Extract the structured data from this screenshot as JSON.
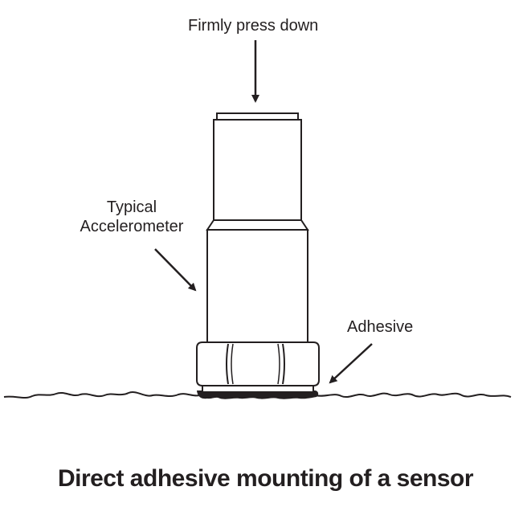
{
  "labels": {
    "press": "Firmly press down",
    "accelerometer_line1": "Typical",
    "accelerometer_line2": "Accelerometer",
    "adhesive": "Adhesive"
  },
  "caption": "Direct adhesive mounting of a sensor",
  "colors": {
    "ink": "#231f20",
    "background": "#ffffff"
  }
}
